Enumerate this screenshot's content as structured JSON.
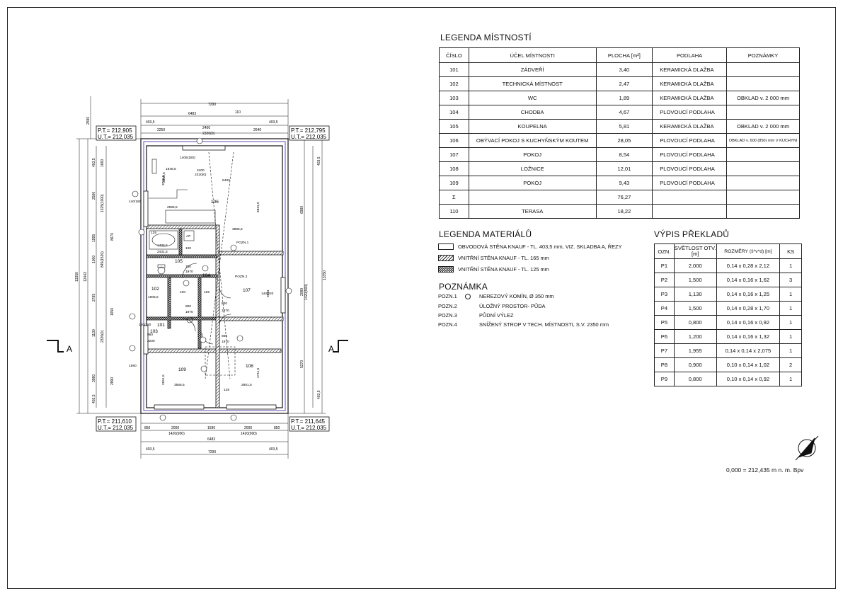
{
  "room_legend": {
    "title": "LEGENDA MÍSTNOSTÍ",
    "headers": [
      "ČÍSLO",
      "ÚČEL MÍSTNOSTI",
      "PLOCHA [m²]",
      "PODLAHA",
      "POZNÁMKY"
    ],
    "rows": [
      [
        "101",
        "ZÁDVEŘÍ",
        "3,40",
        "KERAMICKÁ DLAŽBA",
        ""
      ],
      [
        "102",
        "TECHNICKÁ MÍSTNOST",
        "2,47",
        "KERAMICKÁ DLAŽBA",
        ""
      ],
      [
        "103",
        "WC",
        "1,89",
        "KERAMICKÁ DLAŽBA",
        "OBKLAD v. 2 000 mm"
      ],
      [
        "104",
        "CHODBA",
        "4,67",
        "PLOVOUCÍ PODLAHA",
        ""
      ],
      [
        "105",
        "KOUPELNA",
        "5,81",
        "KERAMICKÁ DLAŽBA",
        "OBKLAD v. 2 000 mm"
      ],
      [
        "106",
        "OBÝVACÍ POKOJ S KUCHYŇSKÝM KOUTEM",
        "28,05",
        "PLOVOUCÍ PODLAHA",
        "OBKLAD v. 600 (850) mm V KUCHYNI"
      ],
      [
        "107",
        "POKOJ",
        "8,54",
        "PLOVOUCÍ PODLAHA",
        ""
      ],
      [
        "108",
        "LOŽNICE",
        "12,01",
        "PLOVOUCÍ PODLAHA",
        ""
      ],
      [
        "109",
        "POKOJ",
        "9,43",
        "PLOVOUCÍ PODLAHA",
        ""
      ],
      [
        "Σ",
        "",
        "76,27",
        "",
        ""
      ],
      [
        "110",
        "TERASA",
        "18,22",
        "",
        ""
      ]
    ]
  },
  "material_legend": {
    "title": "LEGENDA MATERIÁLŮ",
    "items": [
      {
        "pattern": "blank",
        "label": "OBVODOVÁ STĚNA KNAUF - TL. 403,5 mm, VIZ. SKLADBA A, ŘEZY"
      },
      {
        "pattern": "hatch",
        "label": "VNITŘNÍ STĚNA KNAUF - TL. 165 mm"
      },
      {
        "pattern": "crosshatch",
        "label": "VNITŘNÍ STĚNA KNAUF - TL. 125 mm"
      }
    ]
  },
  "notes": {
    "title": "POZNÁMKA",
    "items": [
      {
        "key": "POZN.1",
        "icon": "circle-icon",
        "text": "NEREZOVÝ KOMÍN, Ø 350 mm"
      },
      {
        "key": "POZN.2",
        "text": "ÚLOŽNÝ PROSTOR- PŮDA"
      },
      {
        "key": "POZN.3",
        "text": "PŮDNÍ VÝLEZ"
      },
      {
        "key": "POZN.4",
        "text": "SNÍŽENÝ STROP V TECH. MÍSTNOSTI, S.V. 2350 mm"
      }
    ]
  },
  "lintels": {
    "title": "VÝPIS PŘEKLADŮ",
    "headers": [
      "OZN.",
      "SVĚTLOST OTV. [m]",
      "ROZMĚRY (š*v*d) [m]",
      "KS"
    ],
    "rows": [
      [
        "P1",
        "2,000",
        "0,14 x 0,28 x 2,12",
        "1"
      ],
      [
        "P2",
        "1,500",
        "0,14 x 0,16 x 1,62",
        "3"
      ],
      [
        "P3",
        "1,130",
        "0,14 x 0,16 x 1,25",
        "1"
      ],
      [
        "P4",
        "1,500",
        "0,14 x 0,28 x 1,70",
        "1"
      ],
      [
        "P5",
        "0,800",
        "0,14 x 0,16 x 0,92",
        "1"
      ],
      [
        "P6",
        "1,200",
        "0,14 x 0,16 x 1,32",
        "1"
      ],
      [
        "P7",
        "1,955",
        "0,14 x 0,14 x 2,075",
        "1"
      ],
      [
        "P8",
        "0,900",
        "0,10 x 0,14 x 1,02",
        "2"
      ],
      [
        "P9",
        "0,800",
        "0,10 x 0,14 x 0,92",
        "1"
      ]
    ]
  },
  "elevation_note": "0,000 = 212,435 m n. m. Bpv",
  "plan": {
    "section_marker_left": "A",
    "section_marker_right": "A",
    "level_top_left": [
      "P.T.= 212,905",
      "U.T.= 212,035"
    ],
    "level_top_right": [
      "P.T.= 212,795",
      "U.T.= 212,035"
    ],
    "level_bottom_left": [
      "P.T.= 211,610",
      "U.T.= 212,035"
    ],
    "level_bottom_right": [
      "P.T.= 211,645",
      "U.T.= 212,035"
    ],
    "room_numbers": [
      "101",
      "102",
      "103",
      "104",
      "105",
      "106",
      "107",
      "108",
      "109"
    ],
    "dims_top": [
      "7290",
      "6483",
      "110",
      "403,5",
      "2250",
      "2400",
      "2320(0)",
      "2640",
      "403,5"
    ],
    "dims_bottom": [
      "850",
      "2000",
      "1590",
      "2000",
      "850",
      "1420(900)",
      "1420(900)",
      "6483",
      "403,5",
      "7290",
      "403,5"
    ],
    "dims_left": [
      "2590",
      "403,5",
      "1660",
      "2500",
      "1325(1000)",
      "1995",
      "8670",
      "1000",
      "845(1520)",
      "13350",
      "12443",
      "2785",
      "1650",
      "1130",
      "2320(0)",
      "3980",
      "2890",
      "403,5"
    ],
    "dims_right": [
      "6980",
      "2080",
      "1420(900)",
      "13350",
      "5270",
      "403,5",
      "403,5"
    ],
    "interior_labels": [
      "1406(180)",
      "1846,5",
      "2400",
      "2320(0)",
      "6483",
      "3756,5",
      "3356,5",
      "2596,5",
      "6831,5",
      "3886,5",
      "1406,5",
      "2431,5",
      "700",
      "1970",
      "800",
      "1970",
      "800",
      "1970",
      "800",
      "1970",
      "950",
      "2200",
      "3556,5",
      "2801,5",
      "2651,5",
      "4711,5",
      "1906,5",
      "140/180",
      "140/180",
      "140/220",
      "1580",
      "POZN.1",
      "POZN.2",
      "AP",
      "125",
      "100",
      "125",
      "100",
      "125",
      "3954"
    ]
  }
}
